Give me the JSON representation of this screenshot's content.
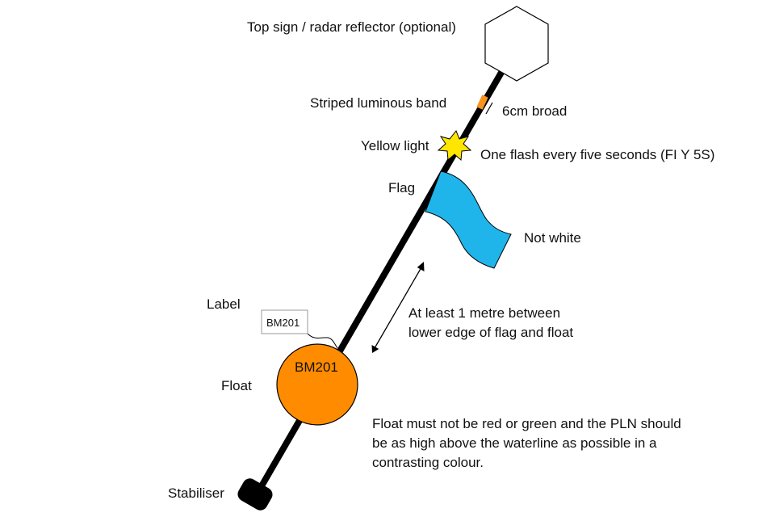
{
  "labels": {
    "top_sign": "Top sign / radar reflector (optional)",
    "striped_band": "Striped luminous band",
    "band_width": "6cm broad",
    "yellow_light": "Yellow light",
    "flash_rule": "One flash every five seconds (FI Y 5S)",
    "flag": "Flag",
    "flag_colour": "Not white",
    "label": "Label",
    "label_tag_text": "BM201",
    "distance_line1": "At least 1 metre between",
    "distance_line2": "lower edge of flag and float",
    "float": "Float",
    "float_text": "BM201",
    "float_rule_line1": "Float must not be red or green and the PLN should",
    "float_rule_line2": "be as high above the waterline as possible in a",
    "float_rule_line3": "contrasting colour.",
    "stabiliser": "Stabiliser"
  },
  "colors": {
    "pole": "#000000",
    "band": "#f7941d",
    "light": "#ffe600",
    "flag": "#1fb5ea",
    "float": "#ff8c00"
  }
}
